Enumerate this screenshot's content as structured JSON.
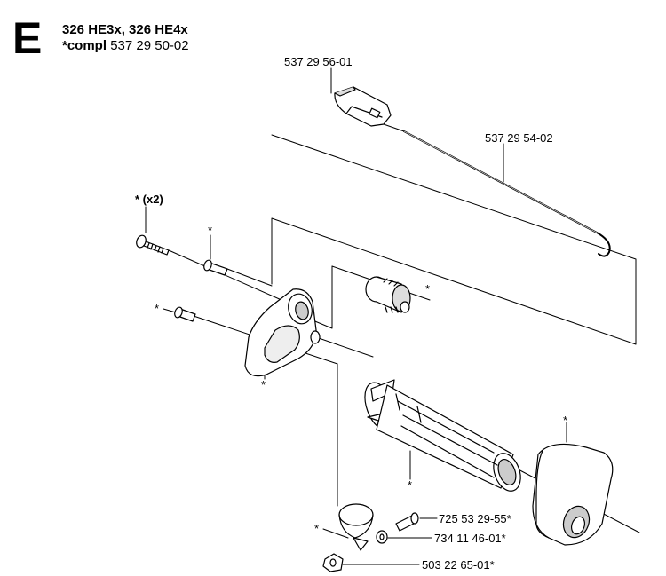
{
  "header": {
    "section": "E",
    "models": "326 HE3x, 326 HE4x",
    "compl_prefix": "*compl",
    "compl_number": "537 29 50-02"
  },
  "labels": {
    "trigger_part": "537 29 56-01",
    "wire_part": "537 29 54-02",
    "screw_x2": "* (x2)",
    "screw_star": "*",
    "screw2_star": "*",
    "pinion_star": "*",
    "housing_star": "*",
    "grip_star": "*",
    "handle_star": "*",
    "clamp_star": "*",
    "clamp_screw_part": "725 53 29-55*",
    "washer_part": "734 11 46-01*",
    "nut_part": "503 22 65-01*"
  }
}
